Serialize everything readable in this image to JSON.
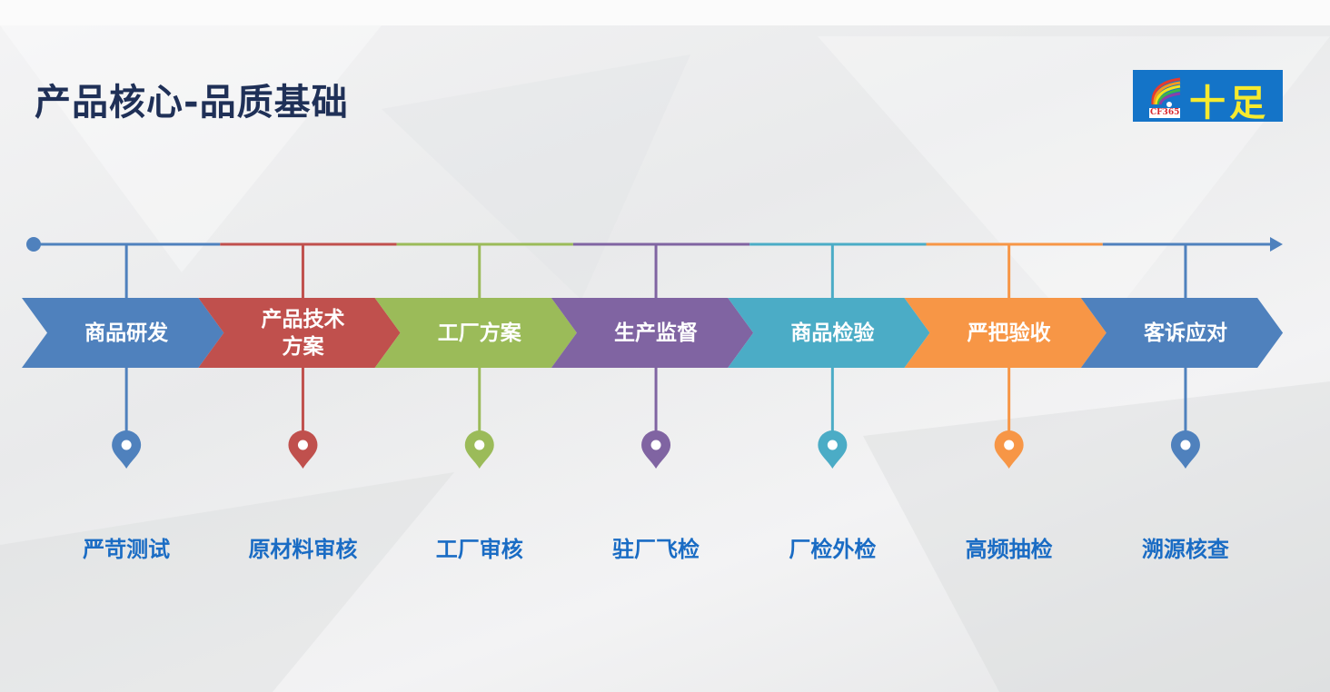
{
  "title": "产品核心-品质基础",
  "logo": {
    "text": "十足",
    "sub": "CF365"
  },
  "colors": {
    "title": "#1f3057",
    "label": "#1a6cc4"
  },
  "steps": [
    {
      "label": "商品研发",
      "sub": "严苛测试",
      "color": "#4f81bd"
    },
    {
      "label": "产品技术\n方案",
      "sub": "原材料审核",
      "color": "#c0504d"
    },
    {
      "label": "工厂方案",
      "sub": "工厂审核",
      "color": "#9bbb59"
    },
    {
      "label": "生产监督",
      "sub": "驻厂飞检",
      "color": "#8064a2"
    },
    {
      "label": "商品检验",
      "sub": "厂检外检",
      "color": "#4bacc6"
    },
    {
      "label": "严把验收",
      "sub": "高频抽检",
      "color": "#f79646"
    },
    {
      "label": "客诉应对",
      "sub": "溯源核查",
      "color": "#4f81bd"
    }
  ]
}
